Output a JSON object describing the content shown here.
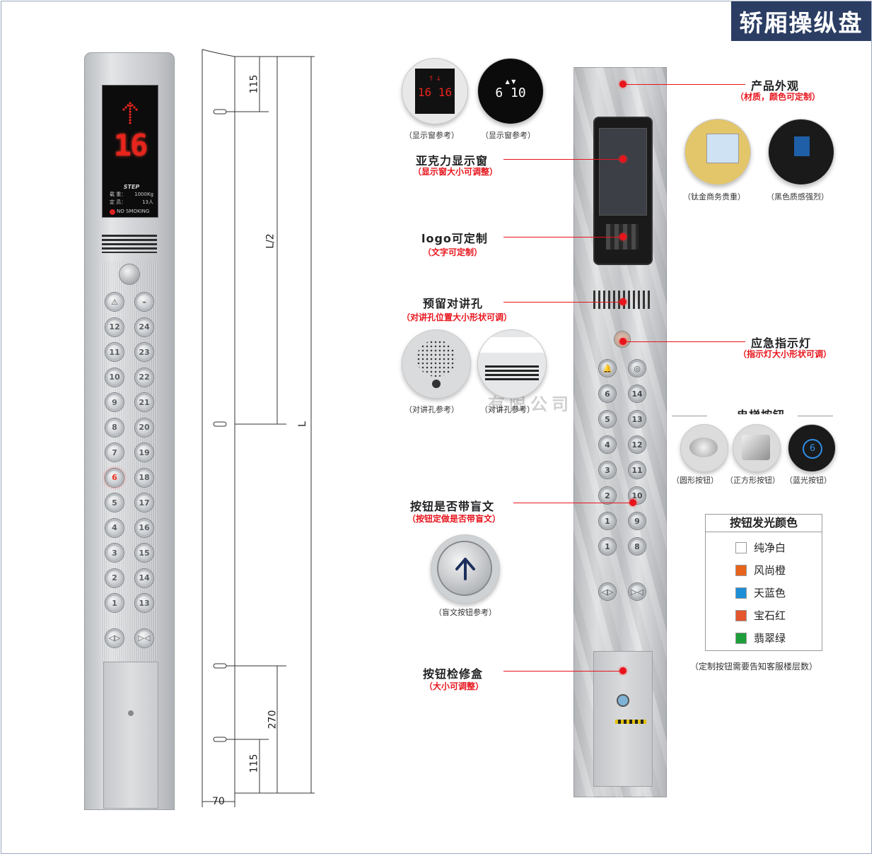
{
  "title": "轿厢操纵盘",
  "left_panel": {
    "direction": "↑",
    "floor": "16",
    "brand": "STEP",
    "load_label": "载 重：",
    "load_value": "1000Kg",
    "capacity_label": "定 员：",
    "capacity_value": "13人",
    "no_smoking": "NO SMOKING",
    "buttons": [
      [
        "⚠",
        "⌁"
      ],
      [
        "12",
        "24"
      ],
      [
        "11",
        "23"
      ],
      [
        "10",
        "22"
      ],
      [
        "9",
        "21"
      ],
      [
        "8",
        "20"
      ],
      [
        "7",
        "19"
      ],
      [
        "6",
        "18"
      ],
      [
        "5",
        "17"
      ],
      [
        "4",
        "16"
      ],
      [
        "3",
        "15"
      ],
      [
        "2",
        "14"
      ],
      [
        "1",
        "13"
      ],
      [
        "◁▷",
        "▷◁"
      ]
    ]
  },
  "dimensions": {
    "d115_top": "115",
    "half": "L/2",
    "full": "L",
    "d270": "270",
    "d115_bottom": "115",
    "width": "70"
  },
  "right_panel": {
    "buttons": [
      [
        "🔔",
        "◎"
      ],
      [
        "6",
        "14"
      ],
      [
        "5",
        "13"
      ],
      [
        "4",
        "12"
      ],
      [
        "3",
        "11"
      ],
      [
        "2",
        "10"
      ],
      [
        "1",
        "9"
      ],
      [
        "1",
        "8"
      ],
      [
        "◁▷",
        "▷◁"
      ]
    ]
  },
  "references": {
    "display1": {
      "caption": "（显示窗参考）",
      "digits": "16 16"
    },
    "display2": {
      "caption": "（显示窗参考）",
      "digits": "6 10"
    },
    "finish_gold": "（钛金商务贵重）",
    "finish_black": "（黑色质感强烈）",
    "intercom1": "（对讲孔参考）",
    "intercom2": "（对讲孔参考）",
    "round_btn": "（圆形按钮）",
    "square_btn": "（正方形按钮）",
    "blue_btn": "（蓝光按钮）",
    "braille_btn": "（盲文按钮参考）"
  },
  "callouts": {
    "appearance": {
      "title": "产品外观",
      "note": "（材质，颜色可定制）"
    },
    "display": {
      "title": "亚克力显示窗",
      "note": "（显示窗大小可调整）"
    },
    "logo": {
      "title": "logo可定制",
      "note": "（文字可定制）"
    },
    "intercom": {
      "title": "预留对讲孔",
      "note": "（对讲孔位置大小形状可调）"
    },
    "emergency": {
      "title": "应急指示灯",
      "note": "（指示灯大小形状可调）"
    },
    "elevator_btn": {
      "title": "电梯按钮"
    },
    "braille": {
      "title": "按钮是否带盲文",
      "note": "（按钮定做是否带盲文）"
    },
    "service_box": {
      "title": "按钮检修盒",
      "note": "（大小可调整）"
    }
  },
  "legend": {
    "title": "按钮发光颜色",
    "items": [
      {
        "name": "纯净白",
        "color": "#ffffff"
      },
      {
        "name": "风尚橙",
        "color": "#e8641c"
      },
      {
        "name": "天蓝色",
        "color": "#1c8fd6"
      },
      {
        "name": "宝石红",
        "color": "#e5552e"
      },
      {
        "name": "翡翠绿",
        "color": "#1e9e3a"
      }
    ],
    "note": "（定制按钮需要告知客服楼层数）"
  },
  "watermark": "有限公司"
}
